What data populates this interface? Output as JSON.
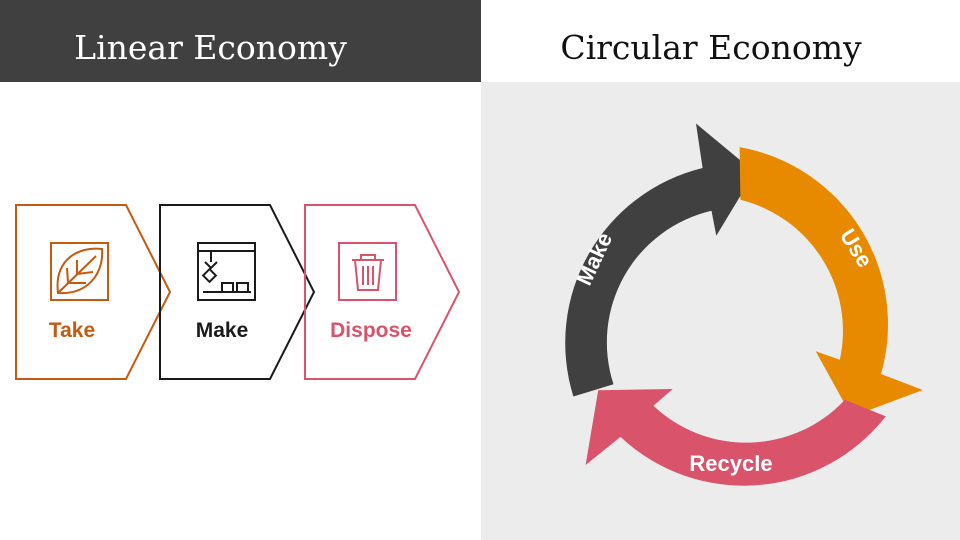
{
  "linear": {
    "title": "Linear Economy",
    "steps": [
      {
        "label": "Take",
        "icon": "leaf-icon",
        "color": "#c55a11"
      },
      {
        "label": "Make",
        "icon": "factory-icon",
        "color": "#1a1a1a"
      },
      {
        "label": "Dispose",
        "icon": "trash-icon",
        "color": "#d9536b"
      }
    ]
  },
  "circular": {
    "title": "Circular Economy",
    "segments": [
      {
        "label": "Make",
        "color": "#404040"
      },
      {
        "label": "Use",
        "color": "#e88a00"
      },
      {
        "label": "Recycle",
        "color": "#d9536b"
      }
    ]
  }
}
